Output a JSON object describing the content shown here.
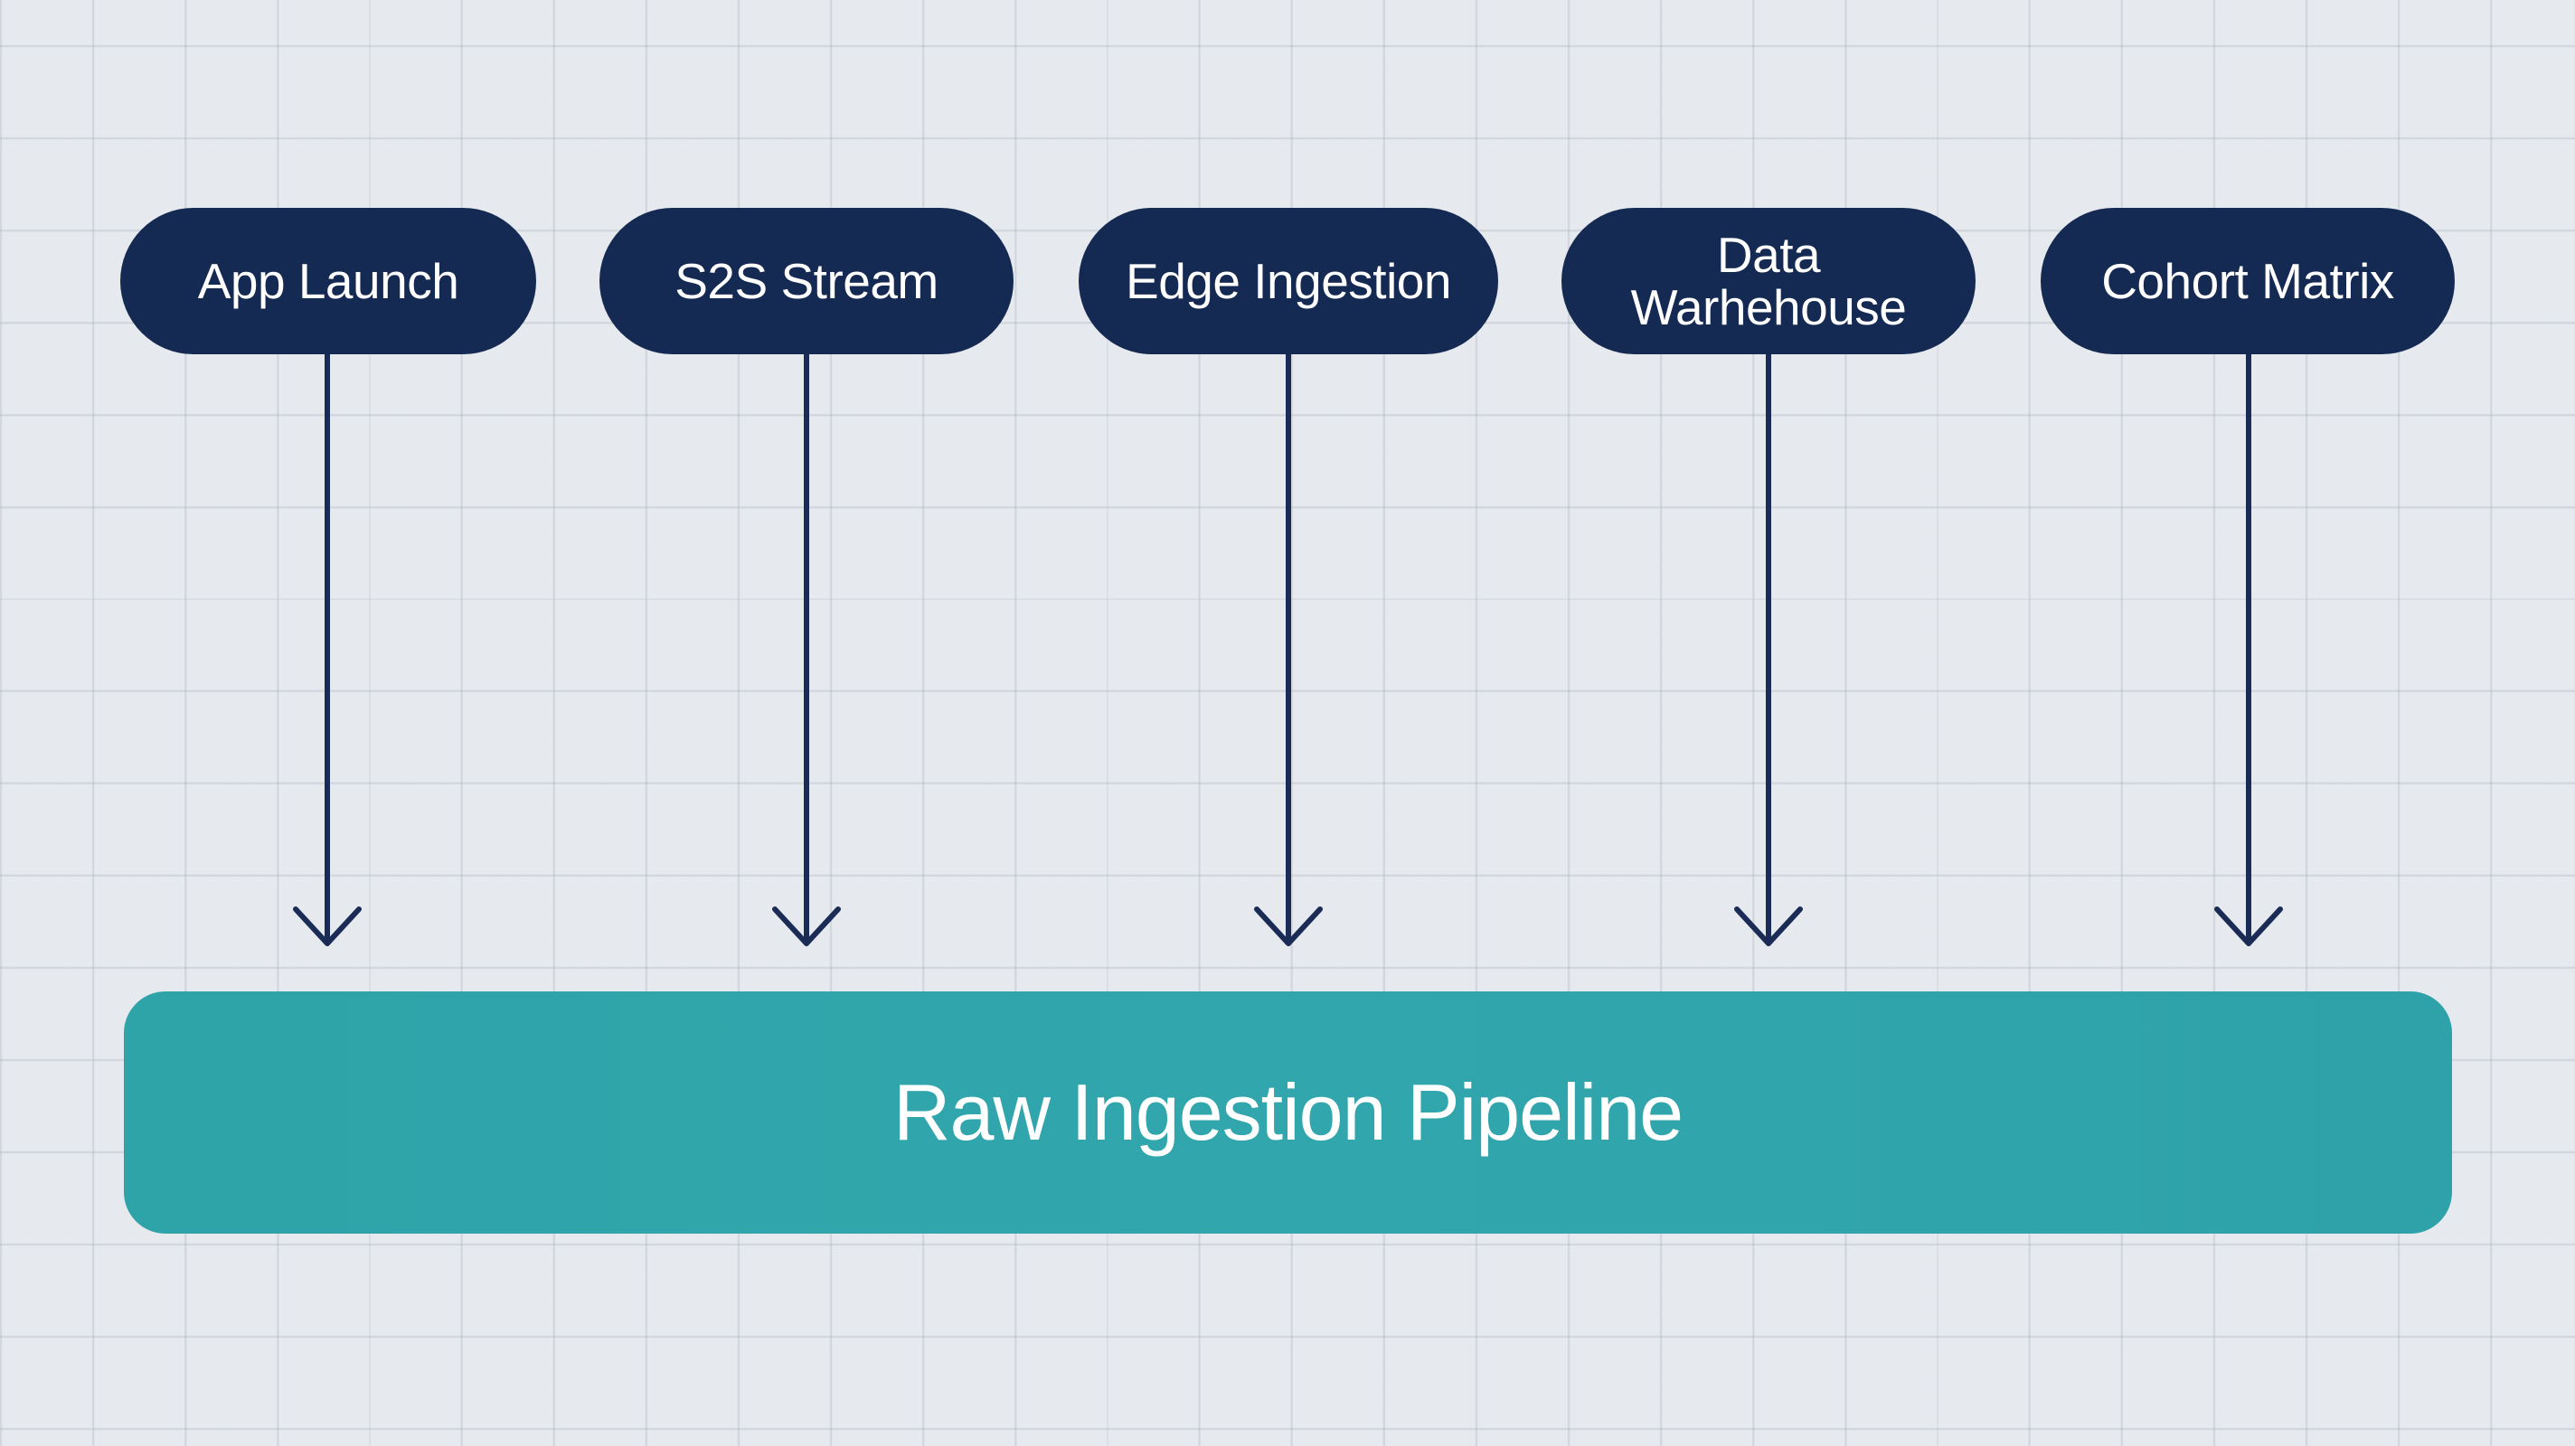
{
  "diagram": {
    "sources": [
      {
        "label": "App Launch"
      },
      {
        "label": "S2S Stream"
      },
      {
        "label": "Edge Ingestion"
      },
      {
        "label": "Data Warhehouse"
      },
      {
        "label": "Cohort Matrix"
      }
    ],
    "target": {
      "label": "Raw Ingestion Pipeline"
    },
    "colors": {
      "node": "#152a52",
      "arrow": "#1a2c55",
      "pipeline": "#31a7ad",
      "background": "#e6e9ed"
    }
  }
}
